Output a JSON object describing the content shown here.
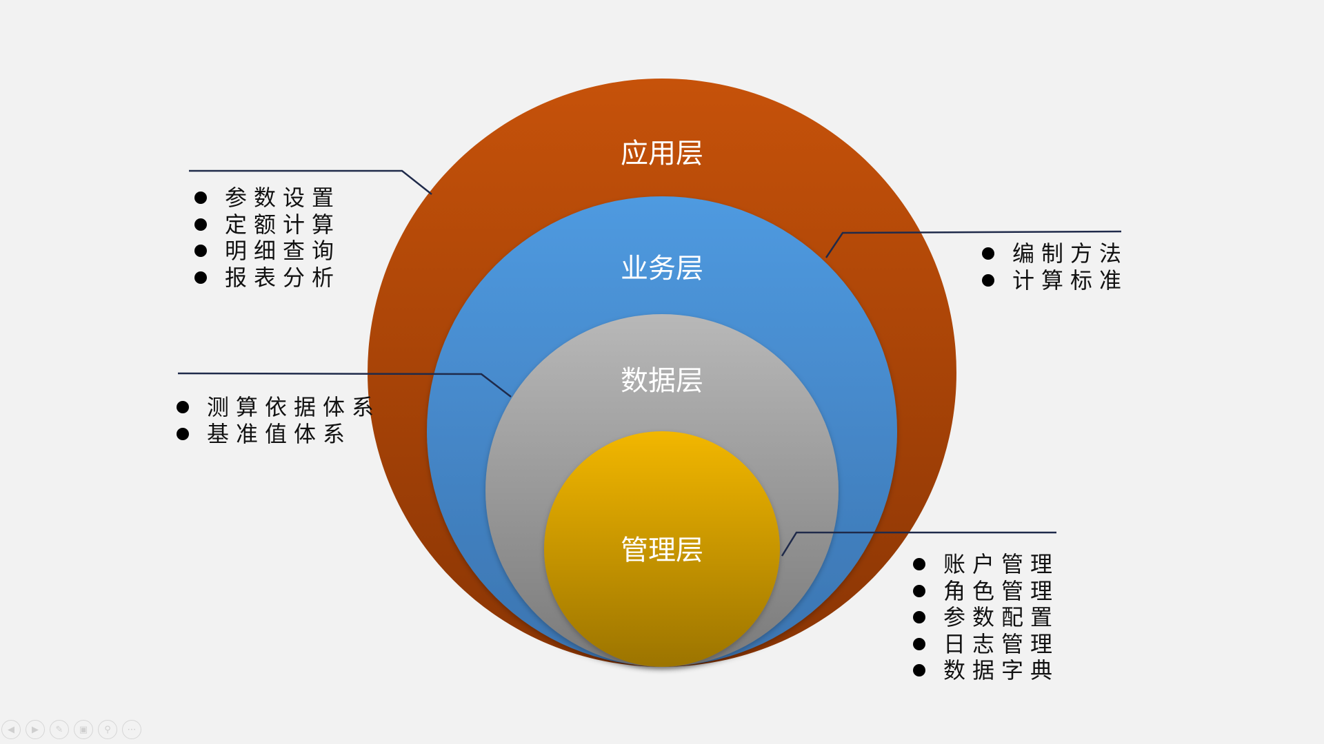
{
  "layers": [
    {
      "label": "应用层",
      "color_top": "#c6520a",
      "color_bottom": "#8a3504"
    },
    {
      "label": "业务层",
      "color_top": "#4f9ae0",
      "color_bottom": "#3b74b0"
    },
    {
      "label": "数据层",
      "color_top": "#b8b8b8",
      "color_bottom": "#7a7a7a"
    },
    {
      "label": "管理层",
      "color_top": "#f2b705",
      "color_bottom": "#9c7400"
    }
  ],
  "callouts": {
    "application": {
      "items": [
        "参数设置",
        "定额计算",
        "明细查询",
        "报表分析"
      ]
    },
    "business": {
      "items": [
        "编制方法",
        "计算标准"
      ]
    },
    "data": {
      "items": [
        "测算依据体系",
        "基准值体系"
      ]
    },
    "management": {
      "items": [
        "账户管理",
        "角色管理",
        "参数配置",
        "日志管理",
        "数据字典"
      ]
    }
  },
  "line_color": "#1f2a4a",
  "slide_controls": [
    "prev-icon",
    "next-icon",
    "pen-icon",
    "slides-icon",
    "zoom-icon",
    "more-icon"
  ]
}
